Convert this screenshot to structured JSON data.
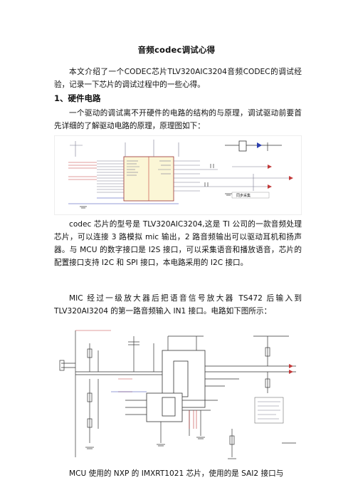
{
  "document": {
    "title": "音频codec调试心得",
    "intro": "本文介绍了一个CODEC芯片TLV320AIC3204音频CODEC的调试经验，记录一下芯片的调试过程中的一些心得。",
    "section1_heading": "1、硬件电路",
    "section1_para": "一个驱动的调试离不开硬件的电路的结构的与原理，调试驱动前要首先详细的了解驱动电路的原理，原理图如下：",
    "figure1_stamp": "同步采集",
    "codec_para": "codec 芯片的型号是 TLV320AIC3204,这是 TI 公司的一款音频处理芯片，可以连接 3 路模拟 mic 输出，2 路音频输出可以驱动耳机和扬声器。与 MCU 的数字接口是 I2S 接口，可以采集语音和播放语音，芯片的配置接口支持 I2C 和 SPI 接口，本电路采用的 I2C 接口。",
    "mic_para": "MIC 经过一级放大器后把语音信号放大器 TS472 后输入到 TLV320AI3204 的第一路音频输入 IN1 接口。电路如下图所示：",
    "mcu_para": "MCU 使用的 NXP 的 IMXRT1021 芯片，使用的是 SAI2 接口与"
  }
}
